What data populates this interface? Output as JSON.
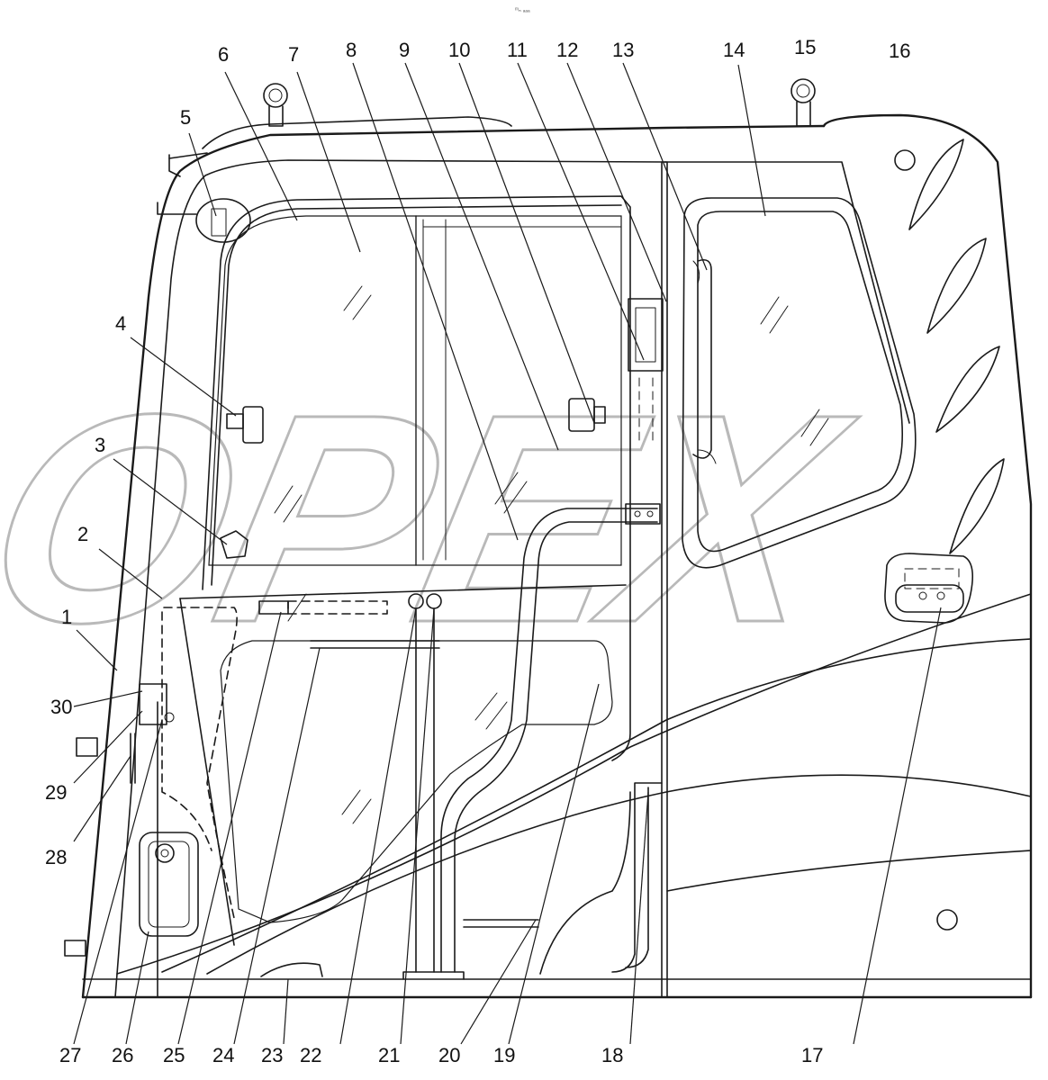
{
  "header_text": "ᵐₙ ₐₐₐ",
  "watermark": "OPEX",
  "callouts": [
    {
      "n": "1"
    },
    {
      "n": "2"
    },
    {
      "n": "3"
    },
    {
      "n": "4"
    },
    {
      "n": "5"
    },
    {
      "n": "6"
    },
    {
      "n": "7"
    },
    {
      "n": "8"
    },
    {
      "n": "9"
    },
    {
      "n": "10"
    },
    {
      "n": "11"
    },
    {
      "n": "12"
    },
    {
      "n": "13"
    },
    {
      "n": "14"
    },
    {
      "n": "15"
    },
    {
      "n": "16"
    },
    {
      "n": "17"
    },
    {
      "n": "18"
    },
    {
      "n": "19"
    },
    {
      "n": "20"
    },
    {
      "n": "21"
    },
    {
      "n": "22"
    },
    {
      "n": "23"
    },
    {
      "n": "24"
    },
    {
      "n": "25"
    },
    {
      "n": "26"
    },
    {
      "n": "27"
    },
    {
      "n": "28"
    },
    {
      "n": "29"
    },
    {
      "n": "30"
    }
  ]
}
